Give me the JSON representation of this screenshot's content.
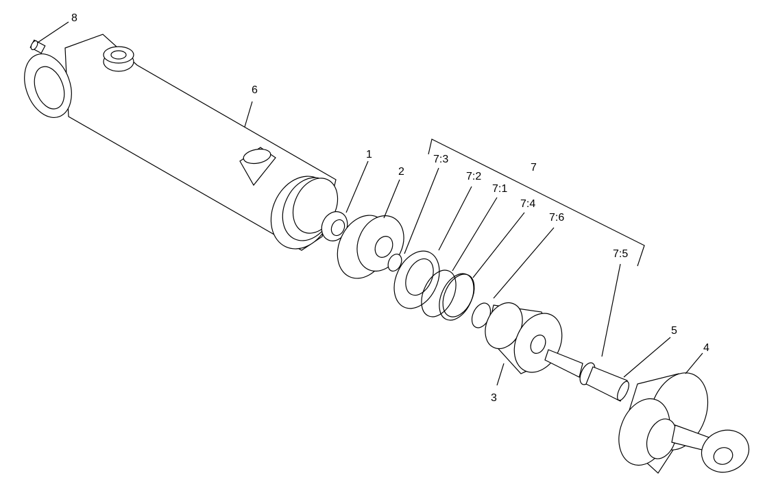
{
  "labels": {
    "p8": "8",
    "p6": "6",
    "p1": "1",
    "p2": "2",
    "p7_3": "7:3",
    "p7_2": "7:2",
    "p7_1": "7:1",
    "p7": "7",
    "p7_4": "7:4",
    "p7_6": "7:6",
    "p7_5": "7:5",
    "p5": "5",
    "p4": "4",
    "p3": "3"
  }
}
